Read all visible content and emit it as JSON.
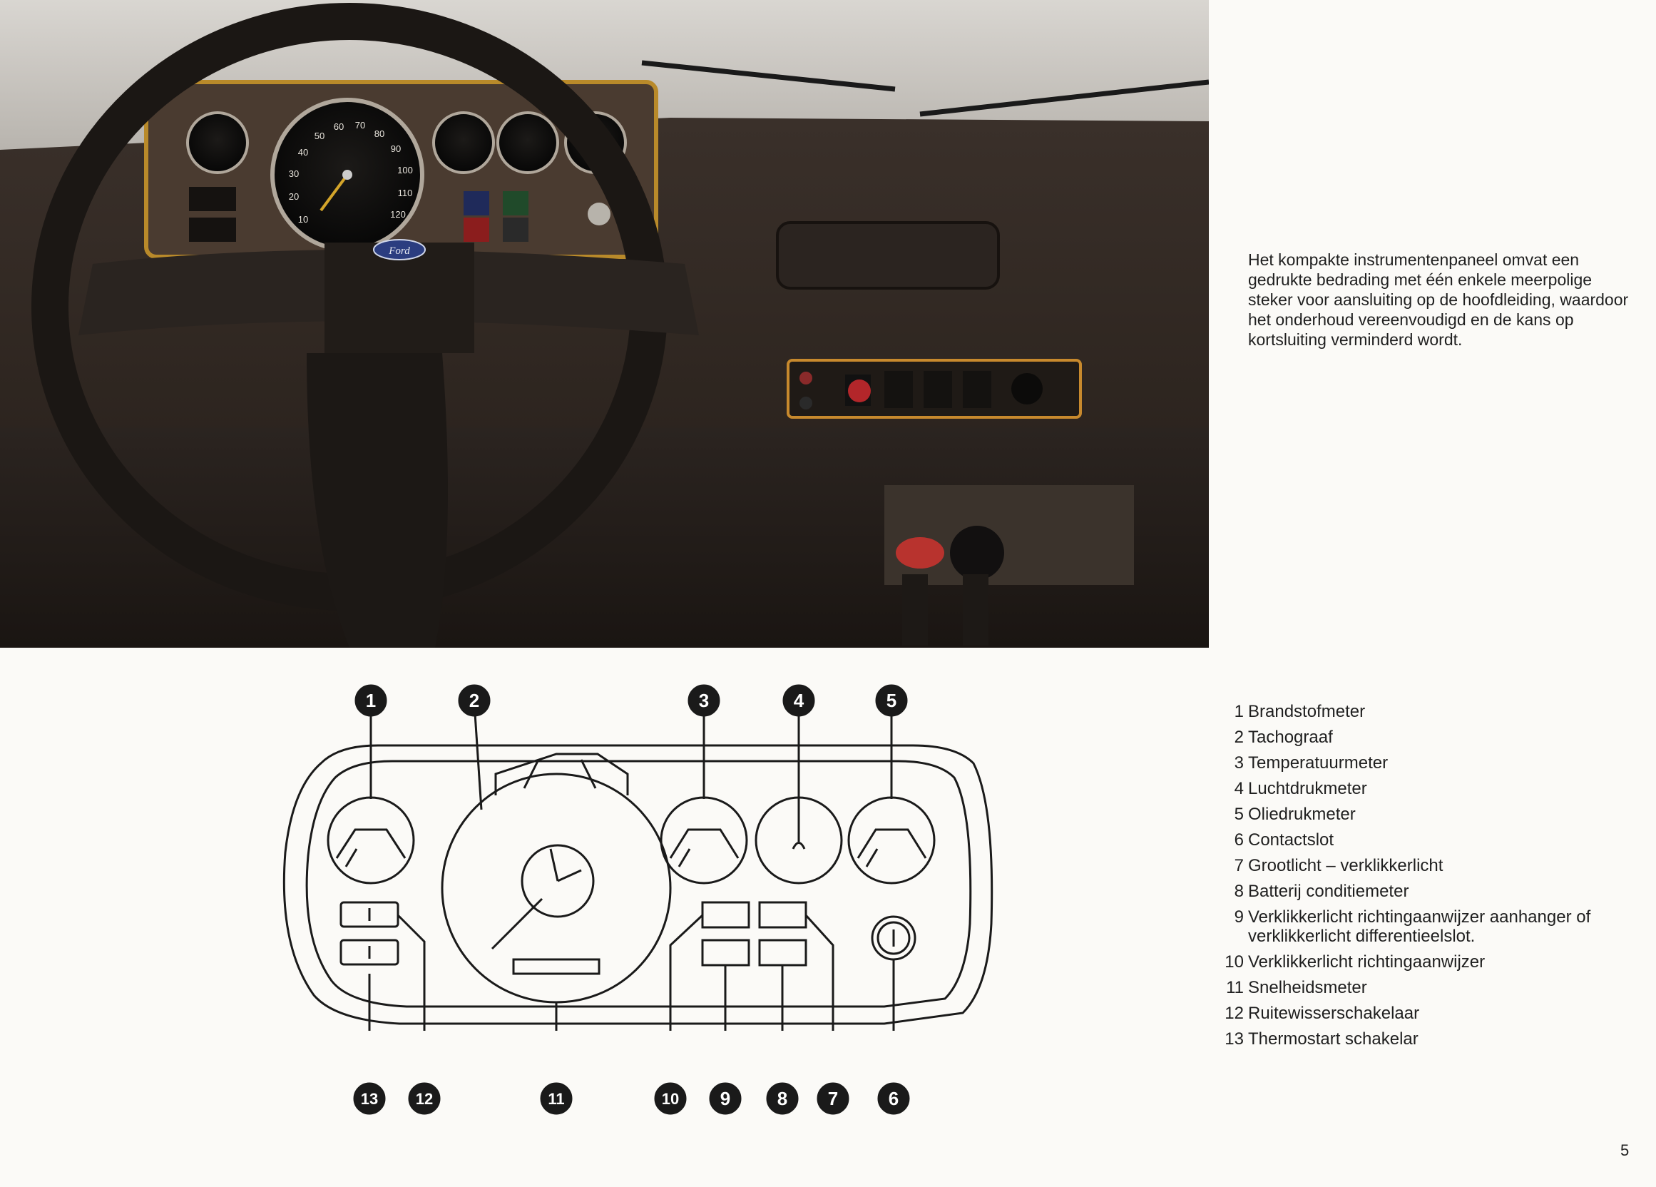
{
  "caption": "Het kompakte instrumentenpaneel omvat een gedrukte bedrading met één enkele meerpolige steker voor aansluiting op de hoofdleiding, waardoor het onderhoud vereenvoudigd en de kans op kortsluiting verminderd wordt.",
  "photo": {
    "logo": "Ford",
    "speedometer_ticks": [
      "10",
      "20",
      "30",
      "40",
      "50",
      "60",
      "70",
      "80",
      "90",
      "100",
      "110",
      "120"
    ]
  },
  "diagram": {
    "callouts": [
      "1",
      "2",
      "3",
      "4",
      "5",
      "6",
      "7",
      "8",
      "9",
      "10",
      "11",
      "12",
      "13"
    ]
  },
  "legend": [
    {
      "num": "1",
      "text": "Brandstofmeter"
    },
    {
      "num": "2",
      "text": "Tachograaf"
    },
    {
      "num": "3",
      "text": "Temperatuurmeter"
    },
    {
      "num": "4",
      "text": "Luchtdrukmeter"
    },
    {
      "num": "5",
      "text": "Oliedrukmeter"
    },
    {
      "num": "6",
      "text": "Contactslot"
    },
    {
      "num": "7",
      "text": "Grootlicht – verklikkerlicht"
    },
    {
      "num": "8",
      "text": "Batterij conditiemeter"
    },
    {
      "num": "9",
      "text": "Verklikkerlicht richtingaanwijzer aanhanger of verklikkerlicht differentieelslot."
    },
    {
      "num": "10",
      "text": "Verklikkerlicht richtingaanwijzer"
    },
    {
      "num": "11",
      "text": "Snelheidsmeter"
    },
    {
      "num": "12",
      "text": "Ruitewisserschakelaar"
    },
    {
      "num": "13",
      "text": "Thermostart schakelar"
    }
  ],
  "page_number": "5"
}
